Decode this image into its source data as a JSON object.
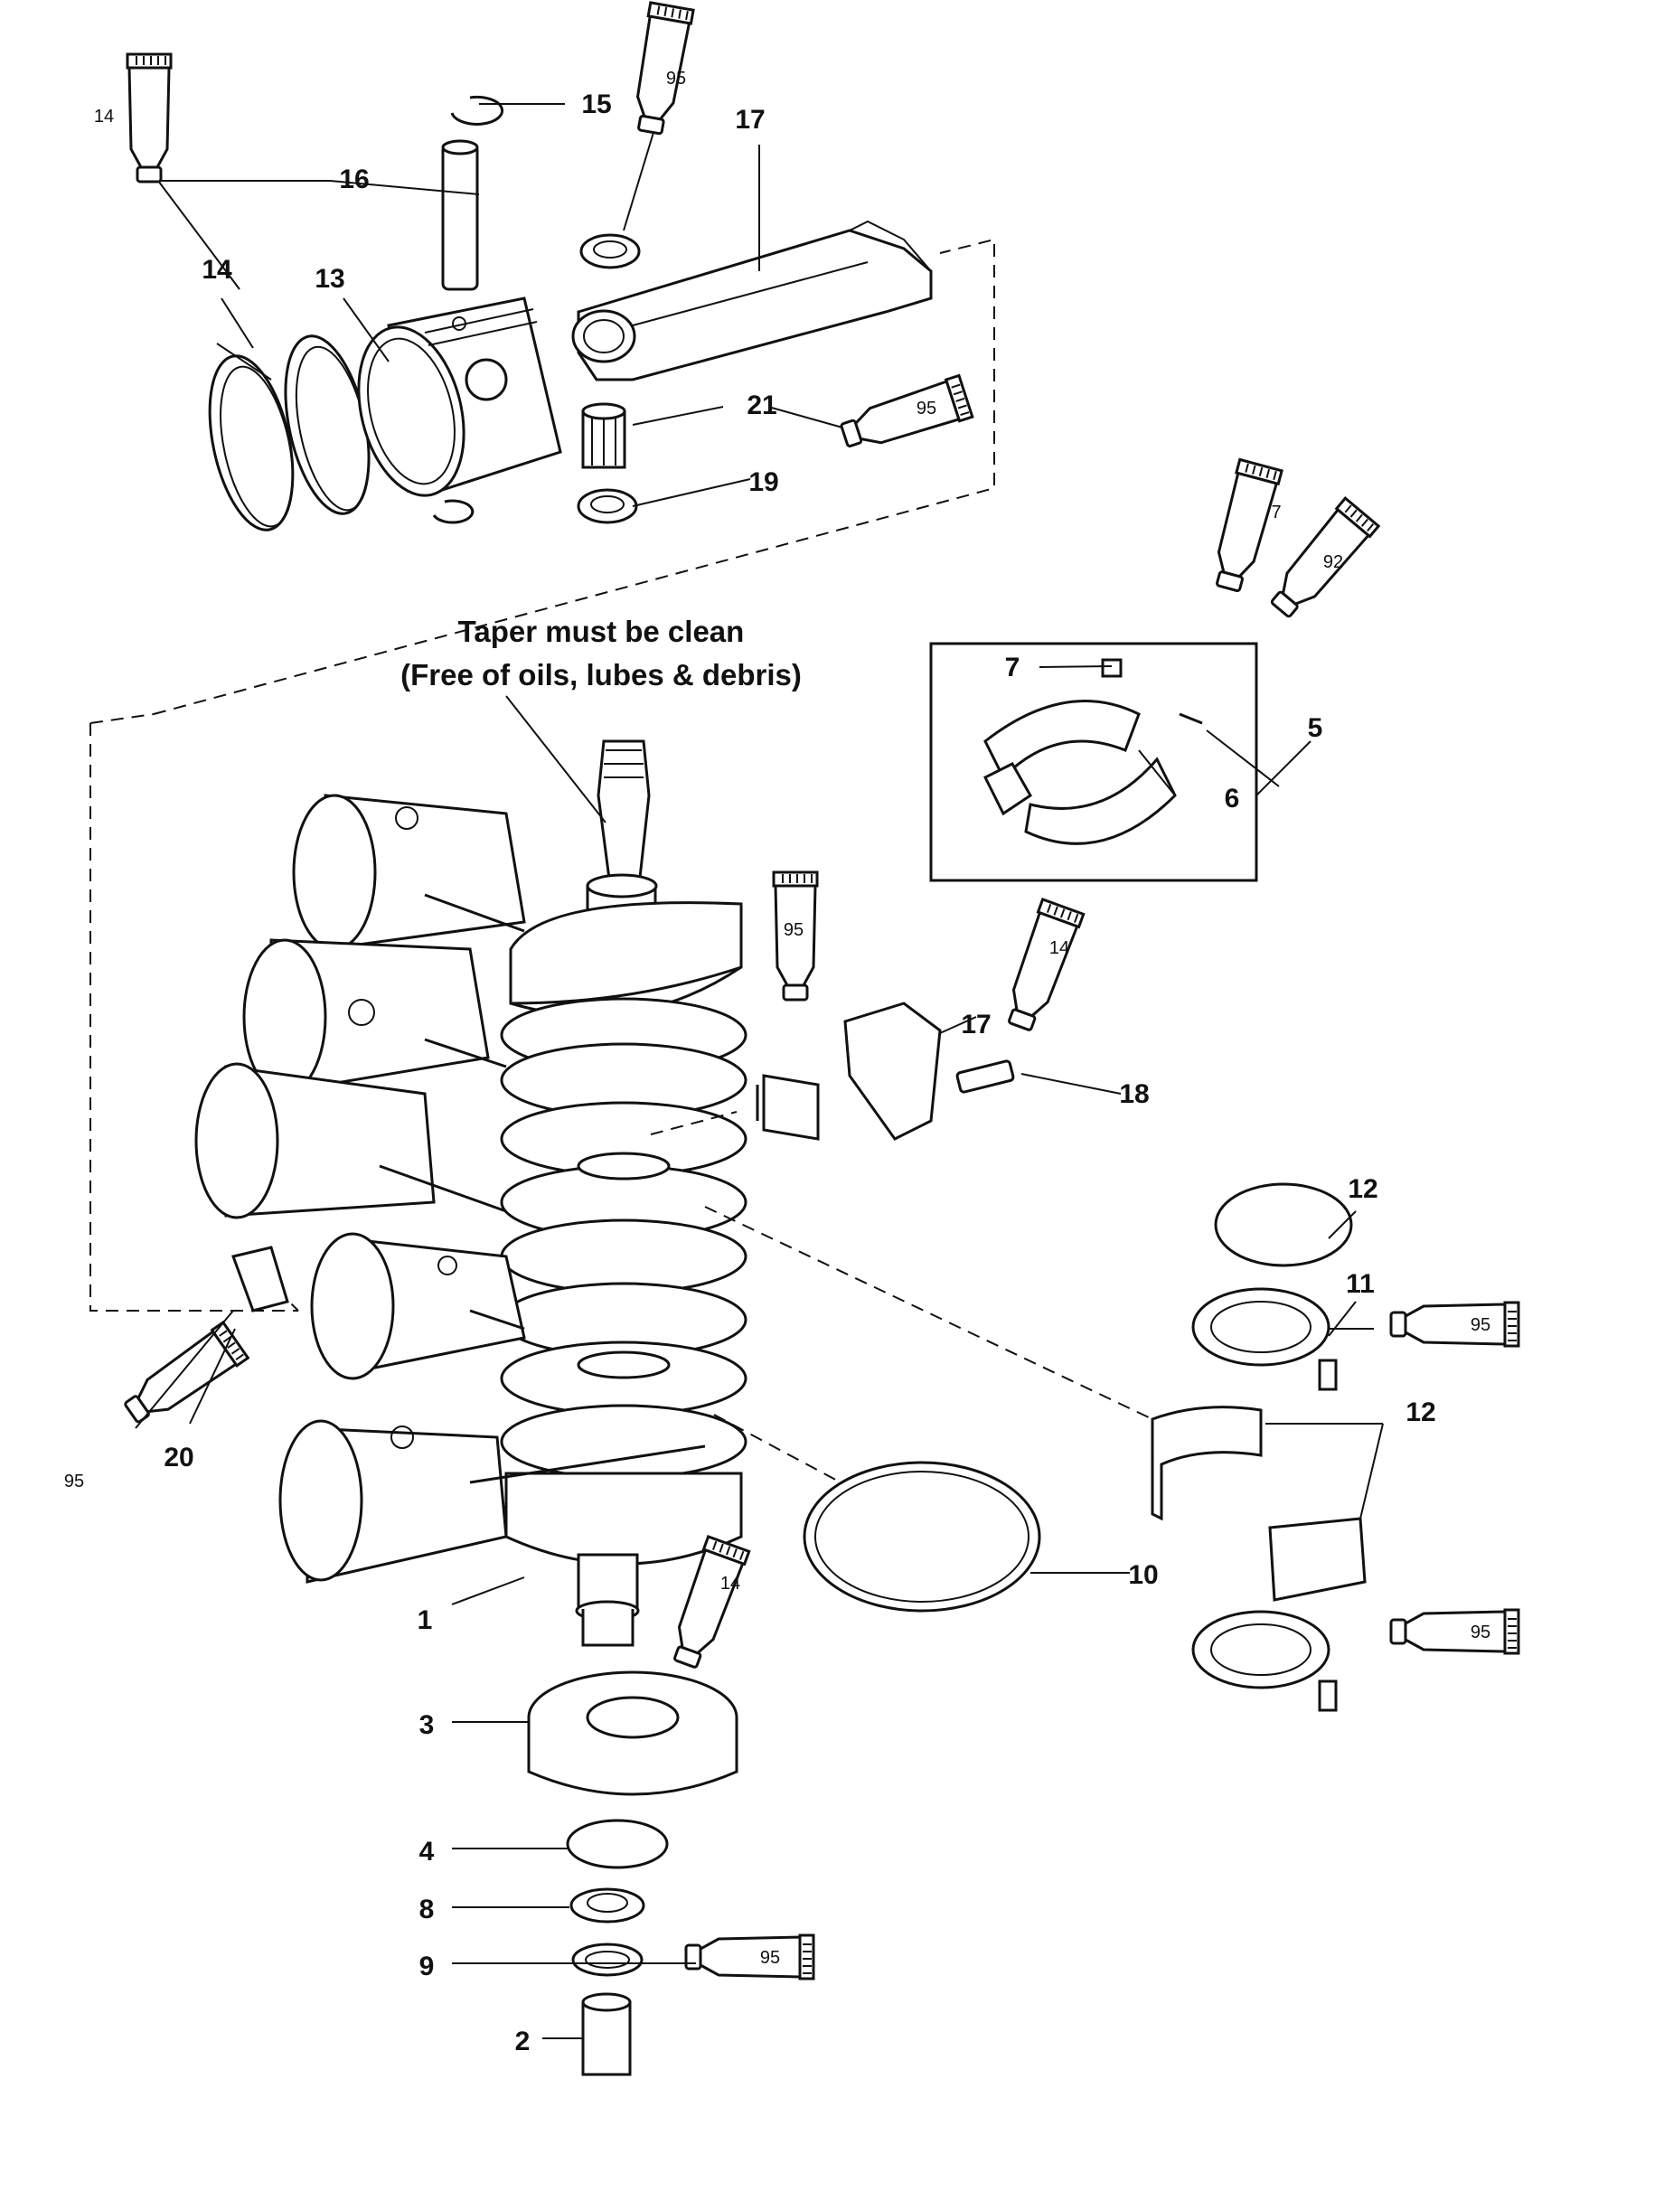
{
  "note": {
    "line1": "Taper must be clean",
    "line2": "(Free of oils, lubes & debris)"
  },
  "callouts": {
    "c1": "1",
    "c2": "2",
    "c3": "3",
    "c4": "4",
    "c5": "5",
    "c6": "6",
    "c7": "7",
    "c8": "8",
    "c9": "9",
    "c10": "10",
    "c11": "11",
    "c12a": "12",
    "c12b": "12",
    "c13": "13",
    "c14": "14",
    "c15": "15",
    "c16": "16",
    "c17a": "17",
    "c17b": "17",
    "c18": "18",
    "c19": "19",
    "c20": "20",
    "c21": "21"
  },
  "tubes": {
    "t14a": "14",
    "t95a": "95",
    "t95b": "95",
    "t7": "7",
    "t92": "92",
    "t95c": "95",
    "t14b": "14",
    "t95d": "95",
    "t95e": "95",
    "t14c": "14",
    "t95f": "95",
    "t95g": "95"
  },
  "icons": [
    "lubricant-tube-icon",
    "piston-icon",
    "crankshaft-icon",
    "bearing-icon"
  ]
}
